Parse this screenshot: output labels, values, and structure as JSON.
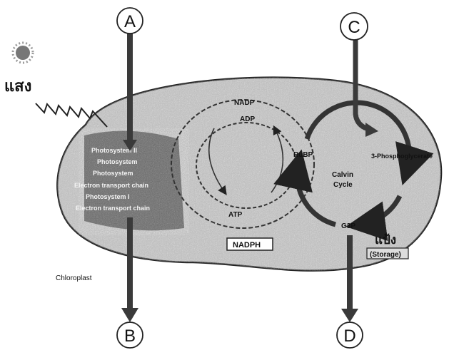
{
  "labels": {
    "A": "A",
    "B": "B",
    "C": "C",
    "D": "D"
  },
  "light_label": "แสง",
  "starch_label": "แป้ง",
  "starch_storage": "(Storage)",
  "chloroplast": "Chloroplast",
  "cycle_labels": {
    "nadp": "NADP",
    "adp": "ADP",
    "atp": "ATP",
    "nadph": "NADPH",
    "rubp": "RuBP",
    "pga": "3-Phosphoglycerate",
    "calvin": "Calvin",
    "cycle": "Cycle",
    "g3p": "G3P"
  },
  "thylakoid_lines": [
    "Photosystem II",
    "Photosystem",
    "Photosystem",
    "Electron transport chain",
    "Photosystem I",
    "Electron transport chain"
  ],
  "colors": {
    "stroma": "#b8b8b8",
    "arrow": "#3a3a3a",
    "outline": "#222222"
  }
}
